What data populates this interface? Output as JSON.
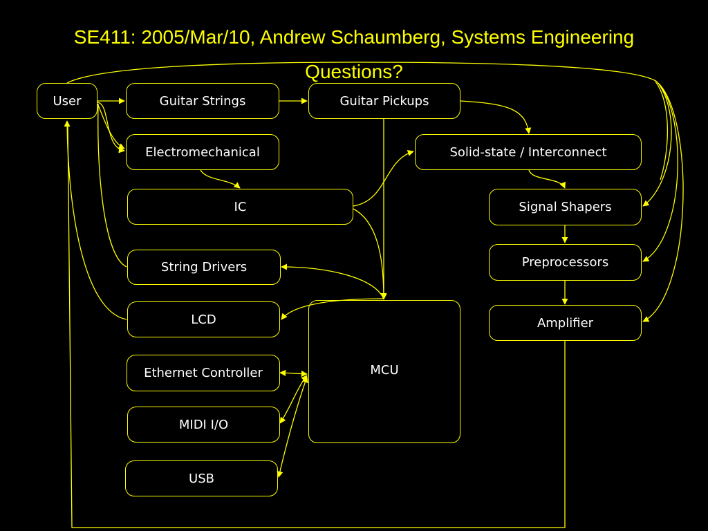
{
  "title": {
    "line1": "SE411: 2005/Mar/10, Andrew Schaumberg, Systems Engineering",
    "line2": "Questions?"
  },
  "colors": {
    "background": "#000000",
    "title_text": "#ffff00",
    "node_border": "#ffff00",
    "edge": "#ffff00",
    "node_text": "#ffffff"
  },
  "nodes": {
    "user": "User",
    "guitar_strings": "Guitar Strings",
    "guitar_pickups": "Guitar Pickups",
    "electromechanical": "Electromechanical",
    "solid_state": "Solid-state / Interconnect",
    "ic": "IC",
    "signal_shapers": "Signal Shapers",
    "string_drivers": "String Drivers",
    "preprocessors": "Preprocessors",
    "lcd": "LCD",
    "amplifier": "Amplifier",
    "mcu": "MCU",
    "ethernet_controller": "Ethernet Controller",
    "midi_io": "MIDI I/O",
    "usb": "USB"
  }
}
